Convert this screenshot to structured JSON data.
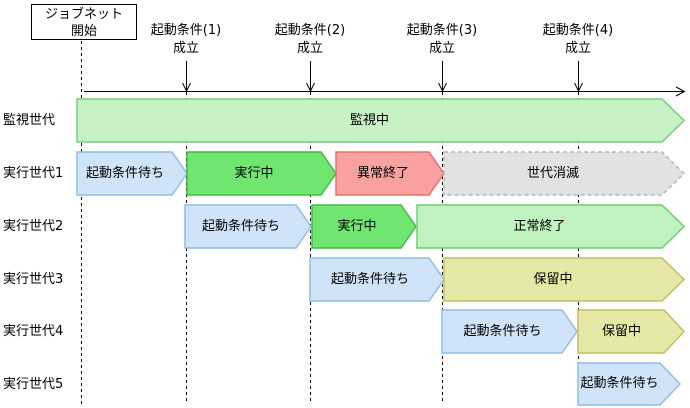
{
  "diagram": {
    "start_box": {
      "line1": "ジョブネット",
      "line2": "開始"
    },
    "conditions": [
      {
        "label": "起動条件(1)",
        "status": "成立"
      },
      {
        "label": "起動条件(2)",
        "status": "成立"
      },
      {
        "label": "起動条件(3)",
        "status": "成立"
      },
      {
        "label": "起動条件(4)",
        "status": "成立"
      }
    ],
    "rows": [
      {
        "label": "監視世代",
        "bars": [
          {
            "text": "監視中",
            "state": "monitoring"
          }
        ]
      },
      {
        "label": "実行世代1",
        "bars": [
          {
            "text": "起動条件待ち",
            "state": "waiting"
          },
          {
            "text": "実行中",
            "state": "running"
          },
          {
            "text": "異常終了",
            "state": "abnormal-end"
          },
          {
            "text": "世代消滅",
            "state": "generation-vanished"
          }
        ]
      },
      {
        "label": "実行世代2",
        "bars": [
          {
            "text": "起動条件待ち",
            "state": "waiting"
          },
          {
            "text": "実行中",
            "state": "running"
          },
          {
            "text": "正常終了",
            "state": "normal-end"
          }
        ]
      },
      {
        "label": "実行世代3",
        "bars": [
          {
            "text": "起動条件待ち",
            "state": "waiting"
          },
          {
            "text": "保留中",
            "state": "on-hold"
          }
        ]
      },
      {
        "label": "実行世代4",
        "bars": [
          {
            "text": "起動条件待ち",
            "state": "waiting"
          },
          {
            "text": "保留中",
            "state": "on-hold"
          }
        ]
      },
      {
        "label": "実行世代5",
        "bars": [
          {
            "text": "起動条件待ち",
            "state": "waiting"
          }
        ]
      }
    ],
    "palette": {
      "monitoring": {
        "fill": "#c6f2c6",
        "border": "#77cc77"
      },
      "waiting": {
        "fill": "#cfe4f8",
        "border": "#94bce4"
      },
      "running": {
        "fill": "#70e670",
        "border": "#44bb44"
      },
      "abnormal_end": {
        "fill": "#f9a0a0",
        "border": "#e86e6e"
      },
      "generation_vanished": {
        "fill": "#e2e2e2",
        "border": "#b5b5b5"
      },
      "normal_end": {
        "fill": "#c0f2c0",
        "border": "#6fcf6f"
      },
      "on_hold": {
        "fill": "#e6e8a8",
        "border": "#bfbf5f"
      }
    }
  }
}
